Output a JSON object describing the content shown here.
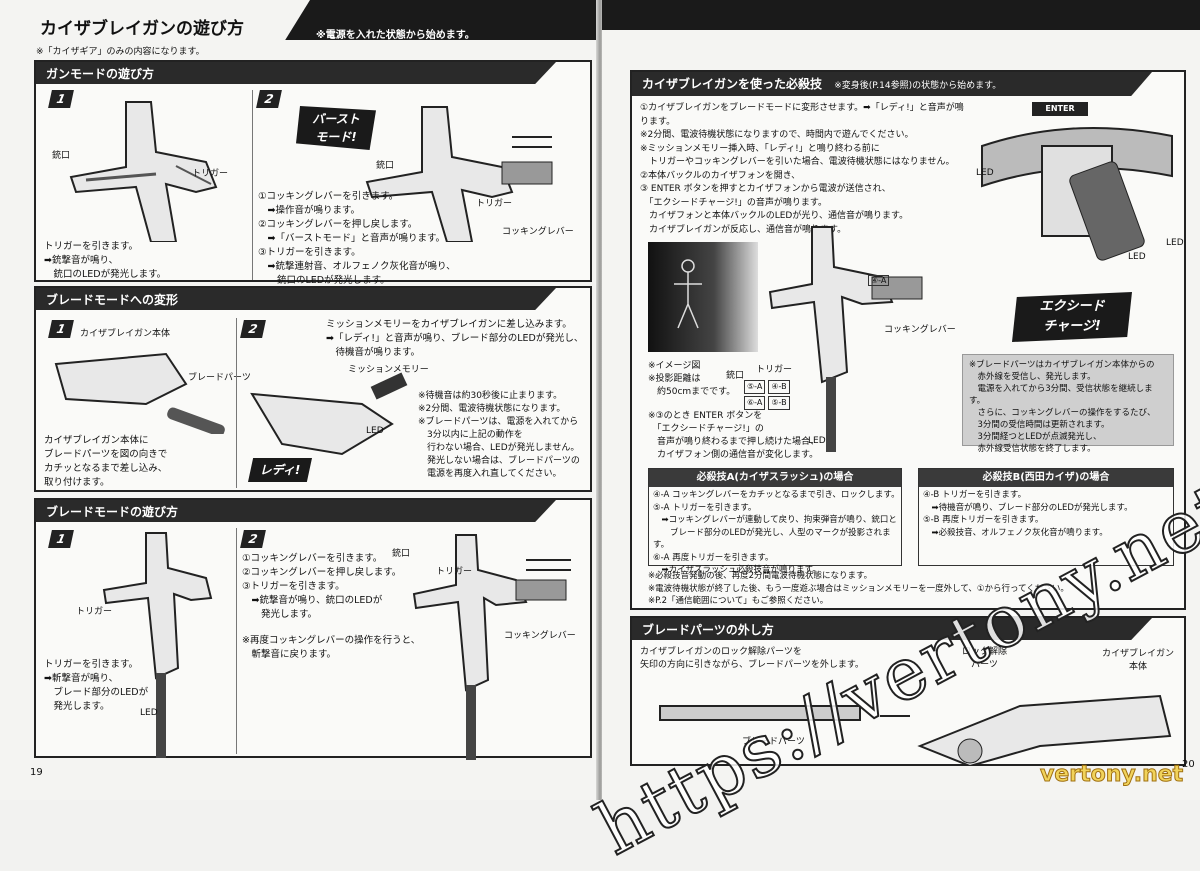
{
  "left": {
    "title": "カイザブレイガンの遊び方",
    "title_note": "※電源を入れた状態から始めます。",
    "subnote": "※「カイザギア」のみの内容になります。",
    "page_number": "19",
    "sec1": {
      "title": "ガンモードの遊び方",
      "s1": "1",
      "s2": "2",
      "lbl_muzzle": "銃口",
      "lbl_trigger": "トリガー",
      "s1_text": "トリガーを引きます。\n➡銃撃音が鳴り、\n　銃口のLEDが発光します。",
      "burst": "バースト\nモード!",
      "lbl_muzzle2": "銃口",
      "lbl_trigger2": "トリガー",
      "lbl_lever": "コッキングレバー",
      "s2_text": "①コッキングレバーを引きます。\n　➡操作音が鳴ります。\n②コッキングレバーを押し戻します。\n　➡「バーストモード」と音声が鳴ります。\n③トリガーを引きます。\n　➡銃撃連射音、オルフェノク灰化音が鳴り、\n　　銃口のLEDが発光します。"
    },
    "sec2": {
      "title": "ブレードモードへの変形",
      "s1": "1",
      "s2": "2",
      "lbl_body": "カイザブレイガン本体",
      "lbl_blade": "ブレードパーツ",
      "s1_text": "カイザブレイガン本体に\nブレードパーツを図の向きで\nカチッとなるまで差し込み、\n取り付けます。",
      "s2_text": "ミッションメモリーをカイザブレイガンに差し込みます。\n➡「レディ!」と音声が鳴り、ブレード部分のLEDが発光し、\n　待機音が鳴ります。",
      "lbl_memory": "ミッションメモリー",
      "lbl_led": "LED",
      "notes": "※待機音は約30秒後に止まります。\n※2分間、電波待機状態になります。\n※ブレードパーツは、電源を入れてから\n　3分以内に上記の動作を\n　行わない場合、LEDが発光しません。\n　発光しない場合は、ブレードパーツの\n　電源を再度入れ直してください。",
      "ready": "レディ!"
    },
    "sec3": {
      "title": "ブレードモードの遊び方",
      "s1": "1",
      "s2": "2",
      "lbl_trigger": "トリガー",
      "lbl_led": "LED",
      "s1_text": "トリガーを引きます。\n➡斬撃音が鳴り、\n　ブレード部分のLEDが\n　発光します。",
      "s2_text": "①コッキングレバーを引きます。\n②コッキングレバーを押し戻します。\n③トリガーを引きます。\n　➡銃撃音が鳴り、銃口のLEDが\n　　発光します。",
      "s2_note": "※再度コッキングレバーの操作を行うと、\n　斬撃音に戻ります。",
      "lbl_muzzle": "銃口",
      "lbl_trigger2": "トリガー",
      "lbl_lever": "コッキングレバー"
    }
  },
  "right": {
    "page_number": "20",
    "sec1": {
      "title": "カイザブレイガンを使った必殺技",
      "title_note": "※変身後(P.14参照)の状態から始めます。",
      "steps": "①カイザブレイガンをブレードモードに変形させます。➡「レディ!」と音声が鳴ります。\n※2分間、電波待機状態になりますので、時間内で遊んでください。\n※ミッションメモリー挿入時、「レディ!」と鳴り終わる前に\n　トリガーやコッキングレバーを引いた場合、電波待機状態にはなりません。\n②本体バックルのカイザフォンを開き、\n③ ENTER ボタンを押すとカイザフォンから電波が送信され、\n　「エクシードチャージ!」の音声が鳴ります。\n　カイザフォンと本体バックルのLEDが光り、通信音が鳴ります。\n　カイザブレイガンが反応し、通信音が鳴ります。",
      "enter": "ENTER",
      "lbl_led1": "LED",
      "lbl_led2": "LED",
      "lbl_led3": "LED",
      "exceed": "エクシード\nチャージ!",
      "tag_4a": "④-A",
      "img_note": "※イメージ図\n※投影距離は\n　約50cmまでです。",
      "lbl_muzzle": "銃口",
      "lbl_trigger": "トリガー",
      "tags": [
        "⑤-A",
        "④-B",
        "⑥-A",
        "⑤-B"
      ],
      "lbl_lever": "コッキングレバー",
      "enter_note": "※③のとき ENTER ボタンを\n　「エクシードチャージ!」の\n　音声が鳴り終わるまで押し続けた場合、\n　カイザフォン側の通信音が変化します。",
      "lbl_led4": "LED",
      "blade_note": "※ブレードパーツはカイザブレイガン本体からの\n　赤外線を受信し、発光します。\n　電源を入れてから3分間、受信状態を継続します。\n　さらに、コッキングレバーの操作をするたび、\n　3分間の受信時間は更新されます。\n　3分間経つとLEDが点滅発光し、\n　赤外線受信状態を終了します。"
    },
    "boxA": {
      "title": "必殺技A(カイザスラッシュ)の場合",
      "lines": "④-A コッキングレバーをカチッとなるまで引き、ロックします。\n⑤-A トリガーを引きます。\n　➡コッキングレバーが連動して戻り、拘束弾音が鳴り、銃口と\n　　ブレード部分のLEDが発光し、人型のマークが投影されます。\n⑥-A 再度トリガーを引きます。\n　➡カイザスラッシュ必殺技音が鳴ります。"
    },
    "boxB": {
      "title": "必殺技B(西田カイザ)の場合",
      "lines": "④-B トリガーを引きます。\n　➡待機音が鳴り、ブレード部分のLEDが発光します。\n⑤-B 再度トリガーを引きます。\n　➡必殺技音、オルフェノク灰化音が鳴ります。"
    },
    "footnotes": "※必殺技音発動の後、再度2分間電波待機状態になります。\n※電波待機状態が終了した後、もう一度遊ぶ場合はミッションメモリーを一度外して、①から行ってください。\n※P.2「通信範囲について」もご参照ください。",
    "sec2": {
      "title": "ブレードパーツの外し方",
      "text": "カイザブレイガンのロック解除パーツを\n矢印の方向に引きながら、ブレードパーツを外します。",
      "lbl_lock": "ロック解除\nパーツ",
      "lbl_body": "カイザブレイガン\n本体",
      "lbl_blade": "ブレードパーツ"
    }
  },
  "watermark": "https://vertony.net/",
  "watermark2": "vertony.net"
}
